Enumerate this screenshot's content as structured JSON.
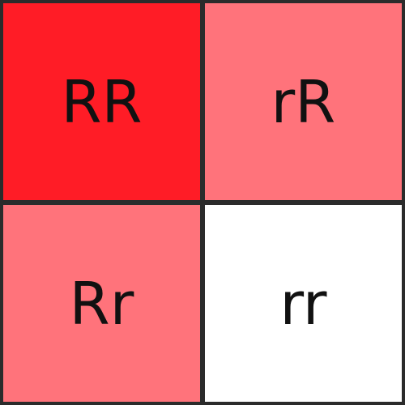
{
  "cells": [
    {
      "genotype": "RR",
      "color": "#ff1c26"
    },
    {
      "genotype": "rR",
      "color": "#ff737b"
    },
    {
      "genotype": "Rr",
      "color": "#ff737b"
    },
    {
      "genotype": "rr",
      "color": "#ffffff"
    }
  ],
  "border_color": "#2b2b2b",
  "text_color": "#111111"
}
